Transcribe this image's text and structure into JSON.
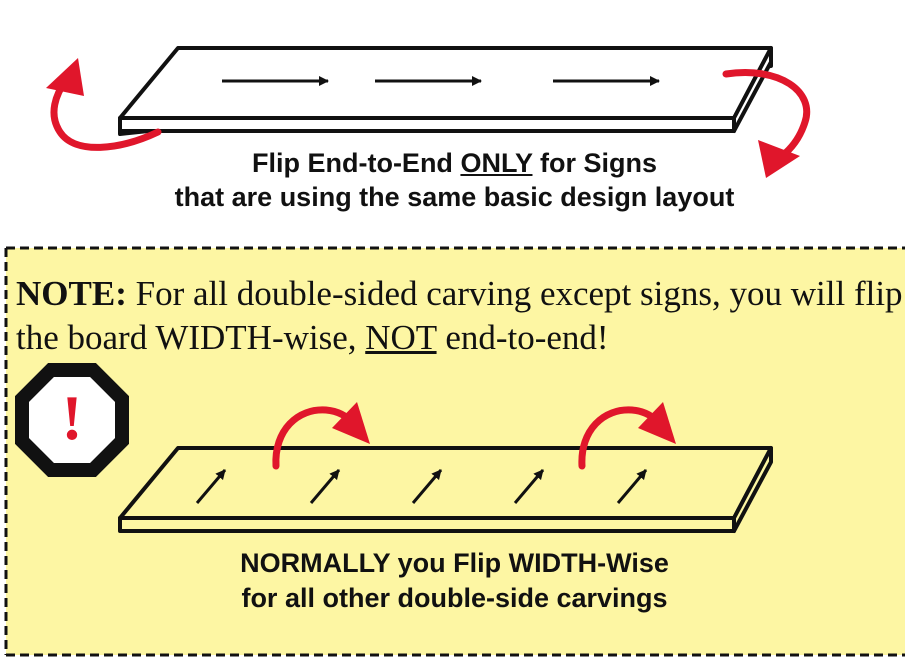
{
  "top": {
    "caption_line1_pre": "Flip End-to-End ",
    "caption_line1_emph": "ONLY",
    "caption_line1_post": " for Signs",
    "caption_line2": "that are using the same basic design layout"
  },
  "note": {
    "label": "NOTE:",
    "text_pre": " For all double-sided carving except signs, you will flip the board WIDTH-wise, ",
    "text_emph": "NOT",
    "text_post": " end-to-end!",
    "warning_glyph": "!",
    "warning_icon": "octagon-warning-icon"
  },
  "bottom": {
    "caption_line1": "NORMALLY you Flip WIDTH-Wise",
    "caption_line2": "for all other double-side carvings"
  },
  "colors": {
    "note_background": "#fdf6a3",
    "arrow_red": "#e0162b",
    "ink": "#111111"
  }
}
